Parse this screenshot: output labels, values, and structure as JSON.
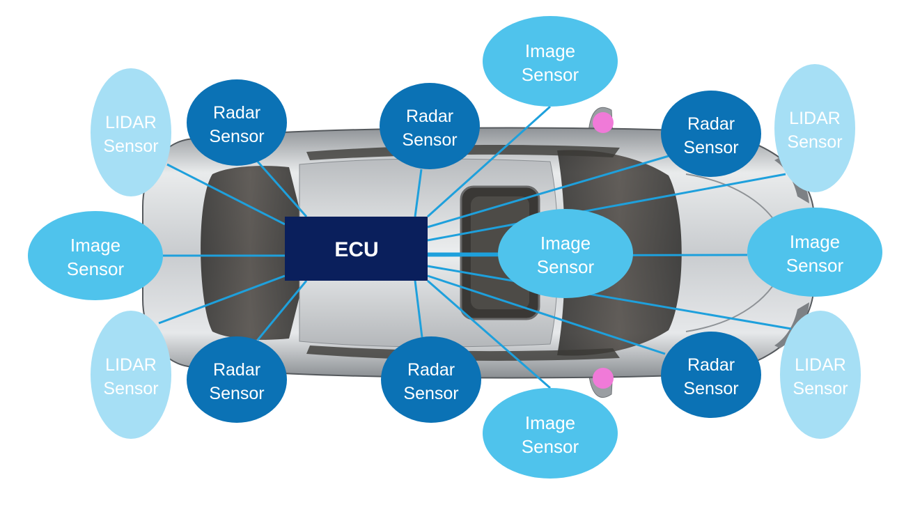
{
  "ecu": {
    "label": "ECU"
  },
  "sensors": [
    {
      "id": "lidar-front-left",
      "type": "lidar",
      "line1": "LIDAR",
      "line2": "Sensor"
    },
    {
      "id": "lidar-rear-left",
      "type": "lidar",
      "line1": "LIDAR",
      "line2": "Sensor"
    },
    {
      "id": "lidar-front-right",
      "type": "lidar",
      "line1": "LIDAR",
      "line2": "Sensor"
    },
    {
      "id": "lidar-rear-right",
      "type": "lidar",
      "line1": "LIDAR",
      "line2": "Sensor"
    },
    {
      "id": "image-rear",
      "type": "image",
      "line1": "Image",
      "line2": "Sensor"
    },
    {
      "id": "image-top",
      "type": "image",
      "line1": "Image",
      "line2": "Sensor"
    },
    {
      "id": "image-center",
      "type": "image",
      "line1": "Image",
      "line2": "Sensor"
    },
    {
      "id": "image-front",
      "type": "image",
      "line1": "Image",
      "line2": "Sensor"
    },
    {
      "id": "image-bottom",
      "type": "image",
      "line1": "Image",
      "line2": "Sensor"
    },
    {
      "id": "radar-1",
      "type": "radar",
      "line1": "Radar",
      "line2": "Sensor"
    },
    {
      "id": "radar-2",
      "type": "radar",
      "line1": "Radar",
      "line2": "Sensor"
    },
    {
      "id": "radar-3",
      "type": "radar",
      "line1": "Radar",
      "line2": "Sensor"
    },
    {
      "id": "radar-4",
      "type": "radar",
      "line1": "Radar",
      "line2": "Sensor"
    },
    {
      "id": "radar-5",
      "type": "radar",
      "line1": "Radar",
      "line2": "Sensor"
    },
    {
      "id": "radar-6",
      "type": "radar",
      "line1": "Radar",
      "line2": "Sensor"
    }
  ],
  "colors": {
    "lidar_fill": "#a6dff5",
    "image_fill": "#4fc3ec",
    "radar_fill": "#0b72b5",
    "ecu_fill": "#0a1f5c",
    "connector": "#1ea0dc",
    "mirror_marker": "#f07ad8",
    "text": "#ffffff"
  }
}
